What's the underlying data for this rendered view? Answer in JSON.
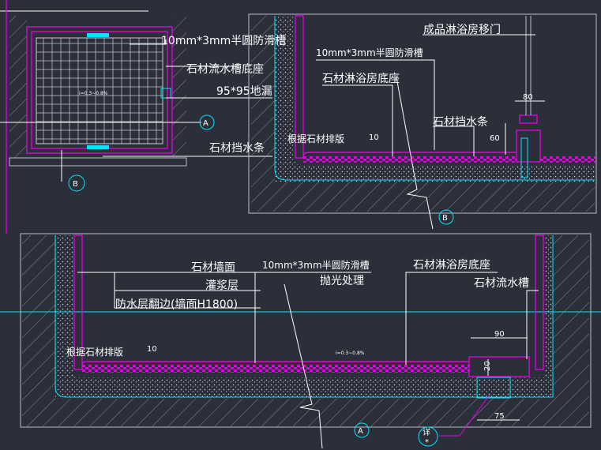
{
  "colors": {
    "background": "#2b2f3a",
    "cyan": "#00e5ff",
    "magenta": "#e000e0",
    "gray": "#b8bcc8",
    "white": "#ffffff"
  },
  "plan": {
    "slope_text": "i=0.3~0.8%",
    "labels": {
      "anti_slip": "10mm*3mm半圆防滑槽",
      "drain_base": "石材流水槽底座",
      "floor_drain": "95*95地漏",
      "curb": "石材挡水条"
    },
    "markers": {
      "section_a": "A",
      "section_b": "B"
    }
  },
  "section_a": {
    "labels": {
      "sliding_door": "成品淋浴房移门",
      "anti_slip": "10mm*3mm半圆防滑槽",
      "shower_base": "石材淋浴房底座",
      "curb": "石材挡水条",
      "layout_note": "根据石材排版"
    },
    "dims": {
      "width": "80",
      "height": "60",
      "gap": "10"
    },
    "marker": "B"
  },
  "section_b": {
    "labels": {
      "wall_stone": "石材墙面",
      "grout": "灌浆层",
      "waterproof": "防水层翻边(墙面H1800)",
      "anti_slip": "10mm*3mm半圆防滑槽",
      "polish": "抛光处理",
      "shower_base": "石材淋浴房底座",
      "drain_channel": "石材流水槽",
      "layout_note": "根据石材排版"
    },
    "dims": {
      "gap": "10",
      "drain_width": "90",
      "drain_depth": "20",
      "bottom_width": "75"
    },
    "slope_text": "i=0.3~0.8%",
    "marker": "A",
    "detail_marker": "详",
    "detail_star": "*"
  }
}
